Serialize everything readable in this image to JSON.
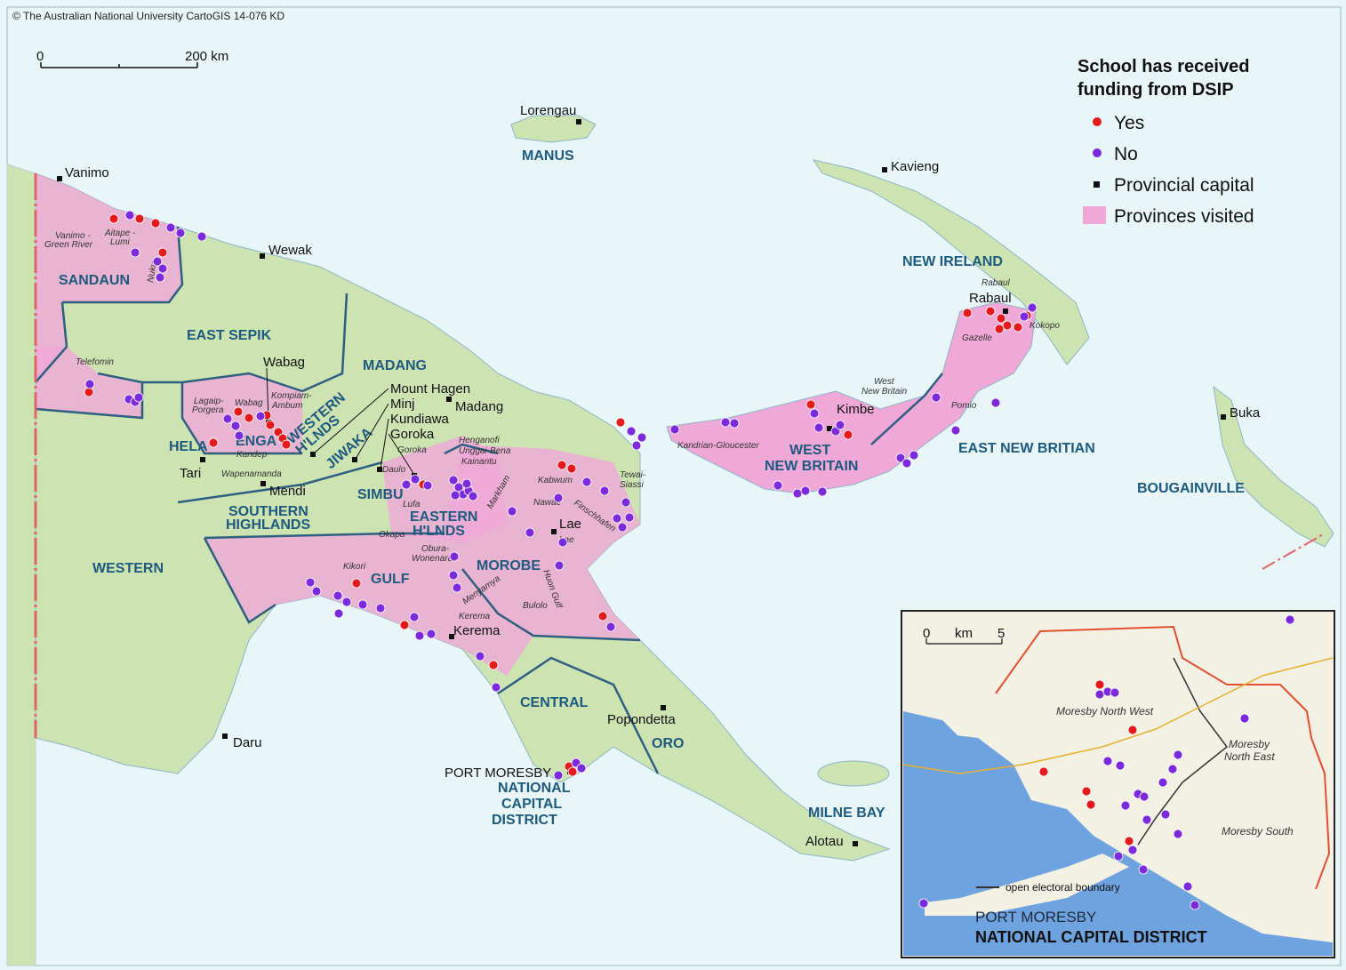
{
  "copyright": "© The Australian National University CartoGIS 14-076 KD",
  "scale": {
    "zero": "0",
    "dist": "200 km"
  },
  "legend": {
    "title1": "School has received",
    "title2": "funding from DSIP",
    "yes": "Yes",
    "no": "No",
    "capital": "Provincial capital",
    "visited": "Provinces visited",
    "yes_color": "#e41a1c",
    "no_color": "#7b2bdc",
    "visited_color": "#f0a8d8"
  },
  "provinces": {
    "sandaun": "SANDAUN",
    "east_sepik": "EAST SEPIK",
    "madang": "MADANG",
    "hela": "HELA",
    "enga": "ENGA",
    "western_hl1": "WESTERN",
    "western_hl2": "H'LNDS",
    "jiwaka": "JIWAKA",
    "simbu": "SIMBU",
    "eastern_hl1": "EASTERN",
    "eastern_hl2": "H'LNDS",
    "southern_hl1": "SOUTHERN",
    "southern_hl2": "HIGHLANDS",
    "western": "WESTERN",
    "gulf": "GULF",
    "morobe": "MOROBE",
    "central": "CENTRAL",
    "oro": "ORO",
    "ncd1": "NATIONAL",
    "ncd2": "CAPITAL",
    "ncd3": "DISTRICT",
    "milne_bay": "MILNE BAY",
    "manus": "MANUS",
    "new_ireland": "NEW IRELAND",
    "west_nb1": "WEST",
    "west_nb2": "NEW BRITAIN",
    "east_nb": "EAST NEW BRITIAN",
    "bougainville": "BOUGAINVILLE"
  },
  "towns": {
    "vanimo": "Vanimo",
    "wewak": "Wewak",
    "lorengau": "Lorengau",
    "kavieng": "Kavieng",
    "rabaul": "Rabaul",
    "buka": "Buka",
    "kimbe": "Kimbe",
    "wabag": "Wabag",
    "mount_hagen": "Mount Hagen",
    "minj": "Minj",
    "kundiawa": "Kundiawa",
    "goroka": "Goroka",
    "madang": "Madang",
    "tari": "Tari",
    "mendi": "Mendi",
    "lae": "Lae",
    "kerema": "Kerema",
    "popondetta": "Popondetta",
    "port_moresby": "PORT MORESBY",
    "alotau": "Alotau",
    "daru": "Daru"
  },
  "districts": {
    "vanimo_gr1": "Vanimo -",
    "vanimo_gr2": "Green River",
    "aitape1": "Aitape -",
    "aitape2": "Lumi",
    "nuku": "Nuku",
    "telefomin": "Telefomin",
    "lagaip1": "Lagaip-",
    "lagaip2": "Porgera",
    "wabag_d": "Wabag",
    "kompiam1": "Kompiam-",
    "kompiam2": "Ambum",
    "kandep": "Kandep",
    "wapenamanda": "Wapenamanda",
    "goroka_d": "Goroka",
    "daulo": "Daulo",
    "henganofi": "Henganofi",
    "unggai": "Unggai-Bena",
    "kainantu": "Kainantu",
    "lufa": "Lufa",
    "okapa": "Okapa",
    "markham": "Markham",
    "kabwum": "Kabwum",
    "nawae": "Nawae",
    "finschhafen": "Finschhafen",
    "tewai1": "Tewai-",
    "tewai2": "Siassi",
    "lae_d": "Lae",
    "obura1": "Obura-",
    "obura2": "Wonenara",
    "menyamya": "Menyamya",
    "huon": "Huon Gulf",
    "bulolo": "Bulolo",
    "kikori": "Kikori",
    "kerema_d": "Kerema",
    "kandrian": "Kandrian-Gloucester",
    "west_nb_d1": "West",
    "west_nb_d2": "New Britain",
    "pomio": "Pomio",
    "gazelle": "Gazelle",
    "rabaul_d": "Rabaul",
    "kokopo": "Kokopo"
  },
  "inset": {
    "zero": "0",
    "km": "km",
    "five": "5",
    "mnw": "Moresby North West",
    "mne1": "Moresby",
    "mne2": "North East",
    "ms": "Moresby South",
    "boundary": "open electoral boundary",
    "title1": "PORT MORESBY",
    "title2": "NATIONAL CAPITAL DISTRICT"
  }
}
